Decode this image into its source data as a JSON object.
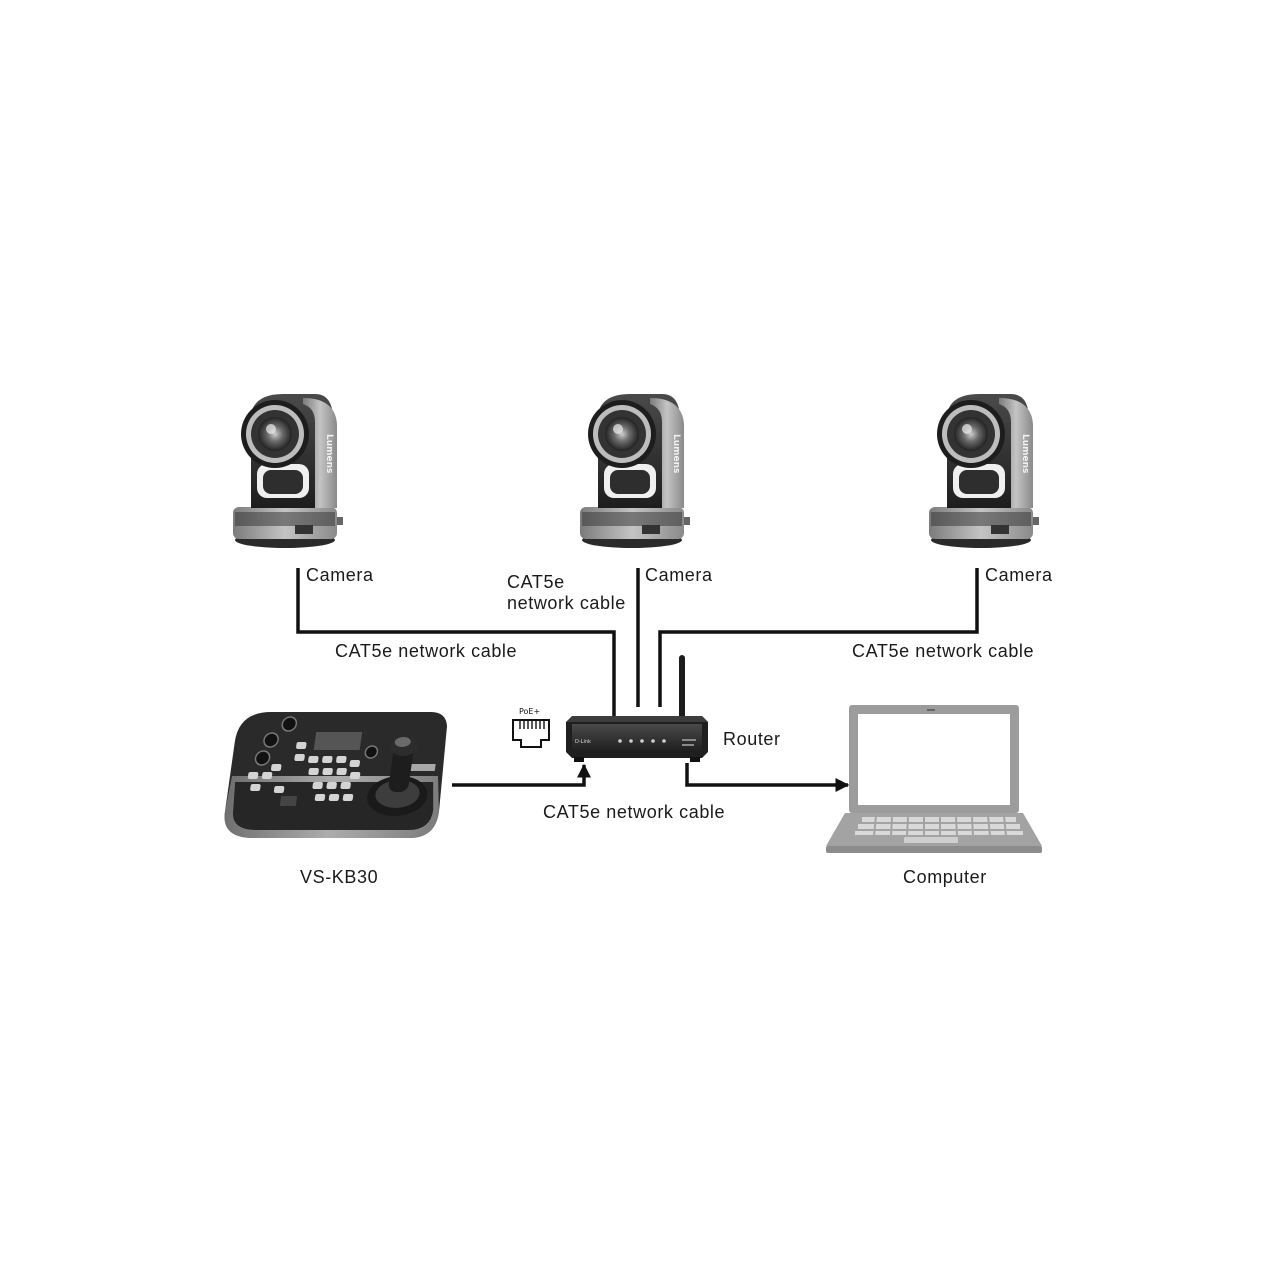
{
  "devices": {
    "cameras": [
      {
        "label": "Camera",
        "brand": "Lumens"
      },
      {
        "label": "Camera",
        "brand": "Lumens"
      },
      {
        "label": "Camera",
        "brand": "Lumens"
      }
    ],
    "router": {
      "label": "Router",
      "brand": "D-Link"
    },
    "keyboard": {
      "label": "VS-KB30"
    },
    "computer": {
      "label": "Computer"
    },
    "poe": {
      "label": "PoE+"
    }
  },
  "cables": {
    "left": "CAT5e network cable",
    "center_line1": "CAT5e",
    "center_line2": "network cable",
    "right": "CAT5e network cable",
    "bottom": "CAT5e network cable"
  },
  "colors": {
    "cable": "#111111",
    "device_dark": "#2b2b2b",
    "device_silver": "#a8a8a8",
    "laptop_gray": "#9a9a9a"
  }
}
